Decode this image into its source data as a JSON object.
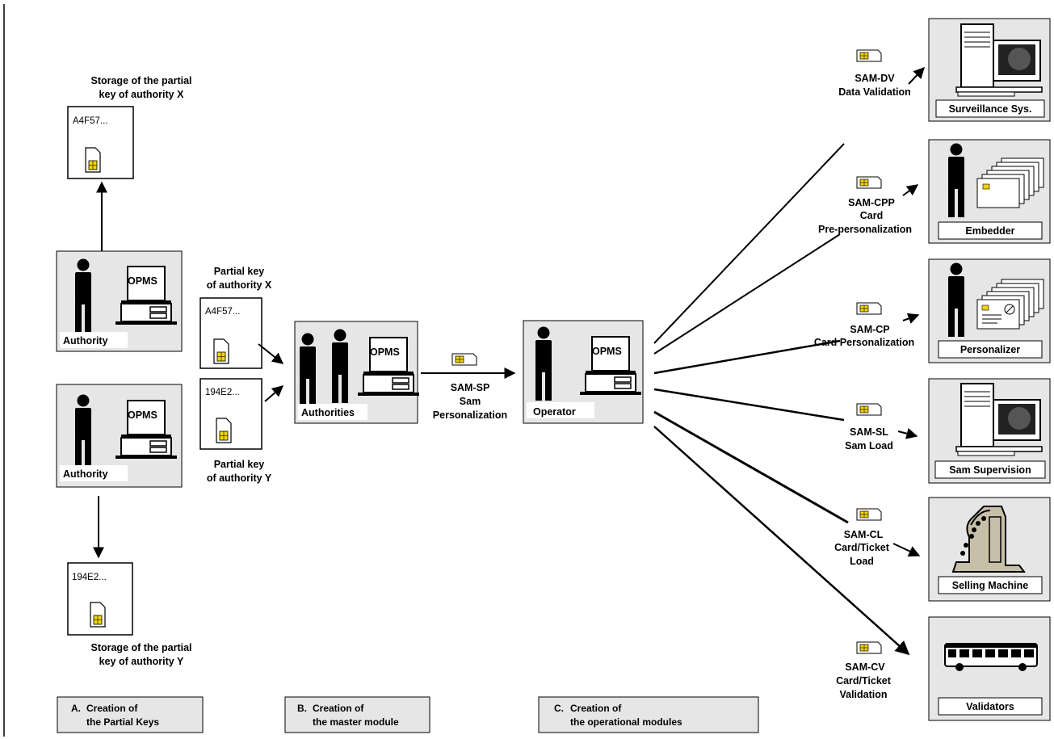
{
  "partial_keys": {
    "storage_x": [
      "Storage of the partial",
      "key of authority X"
    ],
    "storage_y": [
      "Storage of the partial",
      "key of authority Y"
    ],
    "key_x_code": "A4F57...",
    "key_y_code": "194E2...",
    "label_x": [
      "Partial key",
      "of authority X"
    ],
    "label_y": [
      "Partial key",
      "of authority Y"
    ],
    "authority_label": "Authority",
    "opms_label": "OPMS"
  },
  "master": {
    "authorities_label": "Authorities",
    "opms_label": "OPMS",
    "sam_sp": [
      "SAM-SP",
      "Sam",
      "Personalization"
    ]
  },
  "operator": {
    "label": "Operator",
    "opms_label": "OPMS"
  },
  "modules": [
    {
      "sam": [
        "SAM-DV",
        "Data Validation"
      ],
      "target": "Surveillance Sys.",
      "icon": "computer-icon"
    },
    {
      "sam": [
        "SAM-CPP",
        "Card",
        "Pre-personalization"
      ],
      "target": "Embedder",
      "icon": "embedder-icon"
    },
    {
      "sam": [
        "SAM-CP",
        "Card Personalization"
      ],
      "target": "Personalizer",
      "icon": "personalizer-icon"
    },
    {
      "sam": [
        "SAM-SL",
        "Sam Load"
      ],
      "target": "Sam Supervision",
      "icon": "computer-icon"
    },
    {
      "sam": [
        "SAM-CL",
        "Card/Ticket",
        "Load"
      ],
      "target": "Selling Machine",
      "icon": "cash-register-icon"
    },
    {
      "sam": [
        "SAM-CV",
        "Card/Ticket",
        "Validation"
      ],
      "target": "Validators",
      "icon": "bus-icon"
    }
  ],
  "stages": [
    {
      "letter": "A.",
      "line1": "Creation of",
      "line2": "the Partial Keys"
    },
    {
      "letter": "B.",
      "line1": "Creation of",
      "line2": "the master module"
    },
    {
      "letter": "C.",
      "line1": "Creation of",
      "line2": "the operational modules"
    }
  ],
  "colors": {
    "box_fill": "#e6e6e6",
    "chip": "#f2d400",
    "ink": "#000000"
  }
}
